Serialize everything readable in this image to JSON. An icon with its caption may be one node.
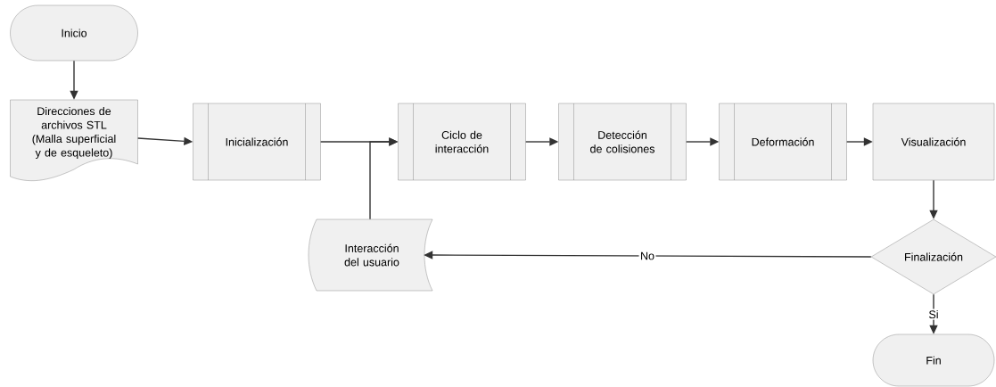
{
  "diagram": {
    "nodes": [
      {
        "text": [
          "Inicio"
        ]
      },
      {
        "text": [
          "Direcciones de archivos STL (Malla superficial y de esqueleto)"
        ]
      },
      {
        "text": [
          "Inicialización"
        ]
      },
      {
        "text": [
          "Ciclo de interacción"
        ]
      },
      {
        "text": [
          "Detección de colisiones"
        ]
      },
      {
        "text": [
          "Deformación"
        ]
      },
      {
        "text": [
          "Visualización"
        ]
      },
      {
        "text": [
          "Finalización"
        ]
      },
      {
        "text": [
          "Fin"
        ]
      },
      {
        "text": [
          "Interacción del usuario"
        ]
      }
    ],
    "edges": [
      {
        "from": 0,
        "to": 1,
        "arrow": "to"
      },
      {
        "from": 1,
        "to": 2,
        "arrow": "to"
      },
      {
        "from": 2,
        "to": 3,
        "arrow": "to"
      },
      {
        "from": 9,
        "to": 3,
        "arrow": "to"
      },
      {
        "from": 3,
        "to": 4,
        "arrow": "to"
      },
      {
        "from": 4,
        "to": 5,
        "arrow": "to"
      },
      {
        "from": 5,
        "to": 6,
        "arrow": "to"
      },
      {
        "from": 6,
        "to": 7,
        "arrow": "to"
      },
      {
        "from": 7,
        "to": 9,
        "arrow": "to",
        "label": "No"
      },
      {
        "from": 7,
        "to": 8,
        "arrow": "to",
        "label": "Si"
      }
    ]
  }
}
